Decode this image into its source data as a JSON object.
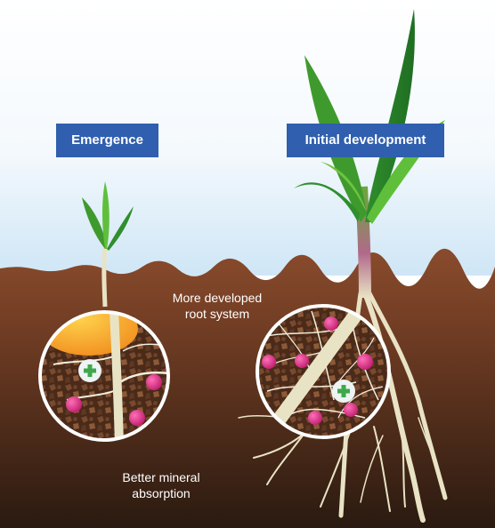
{
  "stages": {
    "emergence": "Emergence",
    "initial_development": "Initial development"
  },
  "captions": {
    "root_system_line1": "More developed",
    "root_system_line2": "root system",
    "mineral_line1": "Better mineral",
    "mineral_line2": "absorption"
  },
  "colors": {
    "label_bg": "#2f5fae",
    "soil_top": "#8a4b2c",
    "soil_bottom": "#2a1a10",
    "leaf_green": "#3f9a2e",
    "root": "#e9e3c5",
    "mineral": "#d6287c",
    "seed": "#f29b1f",
    "plus": "#3ea84a"
  }
}
